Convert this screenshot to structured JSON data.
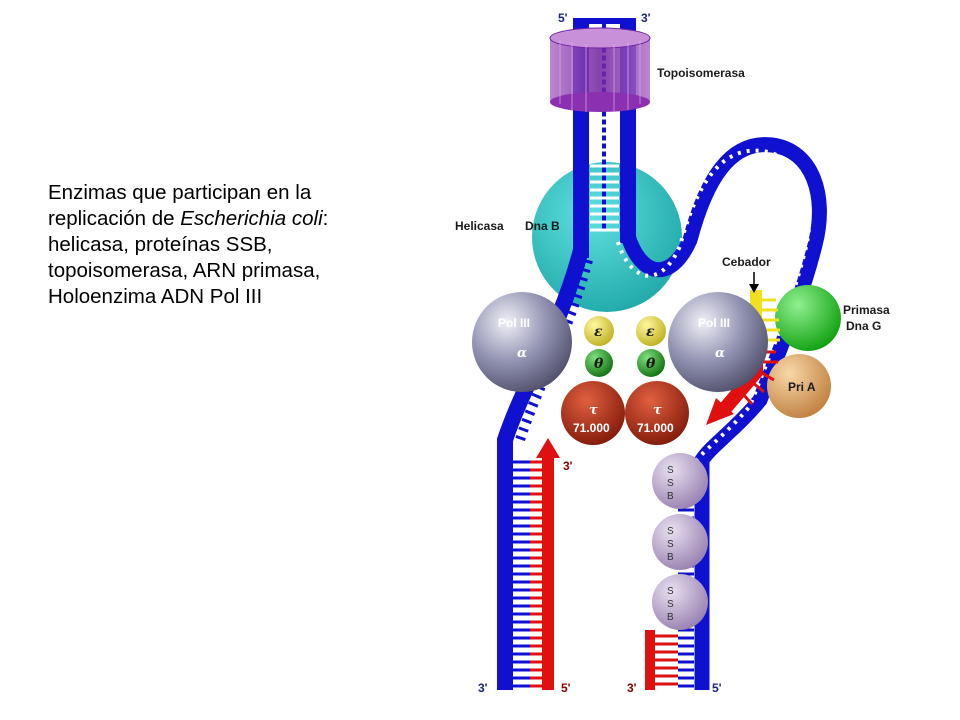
{
  "caption": {
    "line1": "Enzimas que participan en la",
    "line2_pre": "replicación de ",
    "line2_italic": "Escherichia coli",
    "line2_post": ":",
    "line3": "helicasa, proteínas SSB,",
    "line4": "topoisomerasa, ARN primasa,",
    "line5": "Holoenzima ADN Pol III"
  },
  "labels": {
    "top_5": "5'",
    "top_3": "3'",
    "topoisomerasa": "Topoisomerasa",
    "helicasa": "Helicasa",
    "dnab": "Dna B",
    "cebador": "Cebador",
    "primasa": "Primasa",
    "dnag": "Dna G",
    "pria": "Pri A",
    "pol_left": "Pol III",
    "pol_right": "Pol III",
    "alpha": "α",
    "epsilon": "ε",
    "theta": "θ",
    "tau": "τ",
    "tau_value": "71.000",
    "ssb_s": "S",
    "ssb_b": "B",
    "lead_3": "3'",
    "bottom_3_left": "3'",
    "bottom_5_left": "5'",
    "bottom_3_right": "3'",
    "bottom_5_right": "5'"
  },
  "colors": {
    "dna": "#1010d0",
    "rung": "#ffffff",
    "new_strand": "#e01010",
    "primer": "#f0e020",
    "topo": "#9a40b0",
    "helicase": "#30c0c0",
    "pol": "#8888a8",
    "epsilon": "#e0d040",
    "theta": "#20a020",
    "tau": "#b02010",
    "primase": "#20c020",
    "pria": "#e0a860",
    "ssb": "#b8a0c8"
  }
}
